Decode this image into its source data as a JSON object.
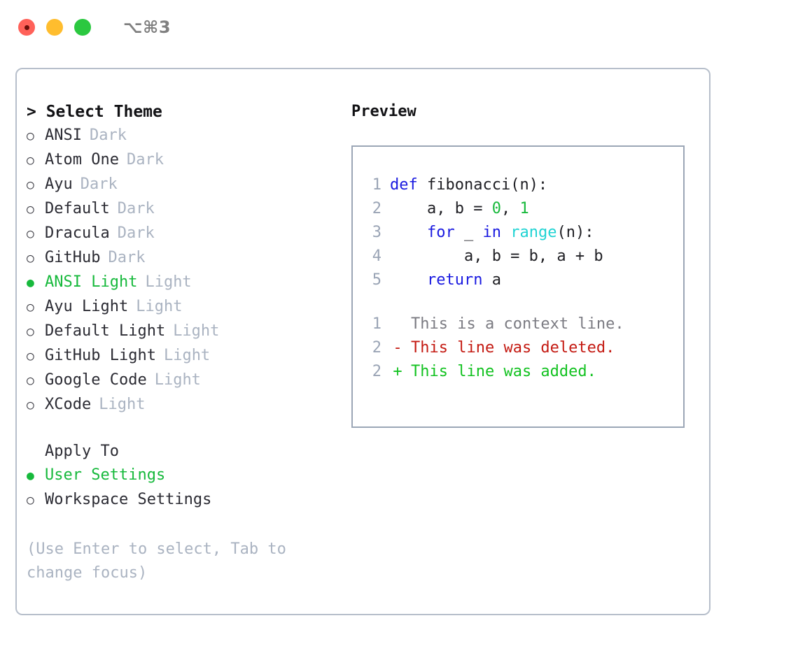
{
  "titlebar": {
    "shortcut": "⌥⌘3",
    "lights": [
      {
        "name": "close",
        "color": "#ff6159"
      },
      {
        "name": "minimize",
        "color": "#ffbd2e"
      },
      {
        "name": "zoom",
        "color": "#2bc840"
      }
    ]
  },
  "theme_panel": {
    "heading": "> Select Theme",
    "themes": [
      {
        "bullet": "○",
        "name": "ANSI",
        "tag": "Dark",
        "selected": false
      },
      {
        "bullet": "○",
        "name": "Atom One",
        "tag": "Dark",
        "selected": false
      },
      {
        "bullet": "○",
        "name": "Ayu",
        "tag": "Dark",
        "selected": false
      },
      {
        "bullet": "○",
        "name": "Default",
        "tag": "Dark",
        "selected": false
      },
      {
        "bullet": "○",
        "name": "Dracula",
        "tag": "Dark",
        "selected": false
      },
      {
        "bullet": "○",
        "name": "GitHub",
        "tag": "Dark",
        "selected": false
      },
      {
        "bullet": "●",
        "name": "ANSI Light",
        "tag": "Light",
        "selected": true
      },
      {
        "bullet": "○",
        "name": "Ayu Light",
        "tag": "Light",
        "selected": false
      },
      {
        "bullet": "○",
        "name": "Default Light",
        "tag": "Light",
        "selected": false
      },
      {
        "bullet": "○",
        "name": "GitHub Light",
        "tag": "Light",
        "selected": false
      },
      {
        "bullet": "○",
        "name": "Google Code",
        "tag": "Light",
        "selected": false
      },
      {
        "bullet": "○",
        "name": "XCode",
        "tag": "Light",
        "selected": false
      }
    ],
    "apply_to": {
      "title": "Apply To",
      "options": [
        {
          "bullet": "●",
          "name": "User Settings",
          "selected": true
        },
        {
          "bullet": "○",
          "name": "Workspace Settings",
          "selected": false
        }
      ]
    },
    "hint": "(Use Enter to select, Tab to change focus)"
  },
  "preview_panel": {
    "heading": "Preview",
    "code_lines": [
      {
        "num": "1",
        "tokens": [
          {
            "t": "def",
            "c": "kw"
          },
          {
            "t": " fibonacci(n):",
            "c": "plain"
          }
        ]
      },
      {
        "num": "2",
        "tokens": [
          {
            "t": "    a, b = ",
            "c": "plain"
          },
          {
            "t": "0",
            "c": "num"
          },
          {
            "t": ", ",
            "c": "plain"
          },
          {
            "t": "1",
            "c": "num"
          }
        ]
      },
      {
        "num": "3",
        "tokens": [
          {
            "t": "    ",
            "c": "plain"
          },
          {
            "t": "for",
            "c": "kw"
          },
          {
            "t": " _ ",
            "c": "plain"
          },
          {
            "t": "in",
            "c": "kw"
          },
          {
            "t": " ",
            "c": "plain"
          },
          {
            "t": "range",
            "c": "built"
          },
          {
            "t": "(n):",
            "c": "plain"
          }
        ]
      },
      {
        "num": "4",
        "tokens": [
          {
            "t": "        a, b = b, a + b",
            "c": "plain"
          }
        ]
      },
      {
        "num": "5",
        "tokens": [
          {
            "t": "    ",
            "c": "plain"
          },
          {
            "t": "return",
            "c": "kw"
          },
          {
            "t": " a",
            "c": "plain"
          }
        ]
      }
    ],
    "diff_lines": [
      {
        "num": "1",
        "mark": " ",
        "text": "This is a context line.",
        "kind": "ctx"
      },
      {
        "num": "2",
        "mark": "-",
        "text": "This line was deleted.",
        "kind": "del"
      },
      {
        "num": "2",
        "mark": "+",
        "text": "This line was added.",
        "kind": "add"
      }
    ]
  },
  "colors": {
    "accent_green": "#17b93c",
    "muted": "#aab3c1",
    "keyword_blue": "#1a1ae0",
    "builtin_cyan": "#1fd3d3",
    "number_green": "#18b93c",
    "diff_delete": "#c41a12",
    "diff_add": "#13c221",
    "border": "#b7bfcb",
    "preview_border": "#9ba6b6"
  }
}
